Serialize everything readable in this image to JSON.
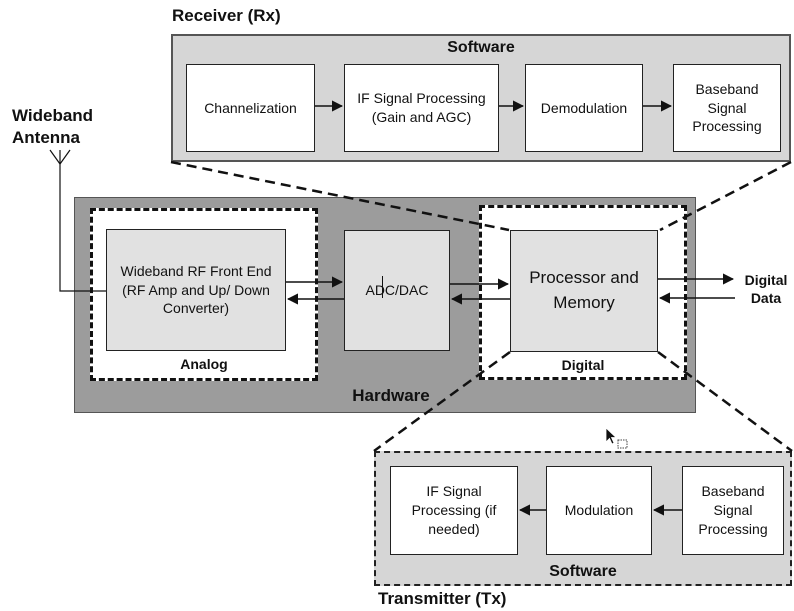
{
  "receiver": {
    "title": "Receiver (Rx)",
    "software_label": "Software",
    "blocks": [
      "Channelization",
      "IF Signal Processing (Gain and AGC)",
      "Demodulation",
      "Baseband Signal Processing"
    ]
  },
  "antenna": {
    "label": "Wideband Antenna"
  },
  "hardware": {
    "label": "Hardware",
    "analog": {
      "label": "Analog",
      "block": "Wideband RF Front End (RF Amp and Up/ Down Converter)"
    },
    "adc_dac": "ADC/DAC",
    "digital": {
      "label": "Digital",
      "block": "Processor and Memory"
    }
  },
  "digital_data": {
    "label": "Digital Data"
  },
  "transmitter": {
    "title": "Transmitter (Tx)",
    "software_label": "Software",
    "blocks": [
      "IF Signal Processing (if needed)",
      "Modulation",
      "Baseband Signal Processing"
    ]
  },
  "colors": {
    "software_panel": "#d6d6d6",
    "hardware_panel": "#9c9c9c",
    "box_grey": "#e1e1e1",
    "stroke": "#111111"
  }
}
